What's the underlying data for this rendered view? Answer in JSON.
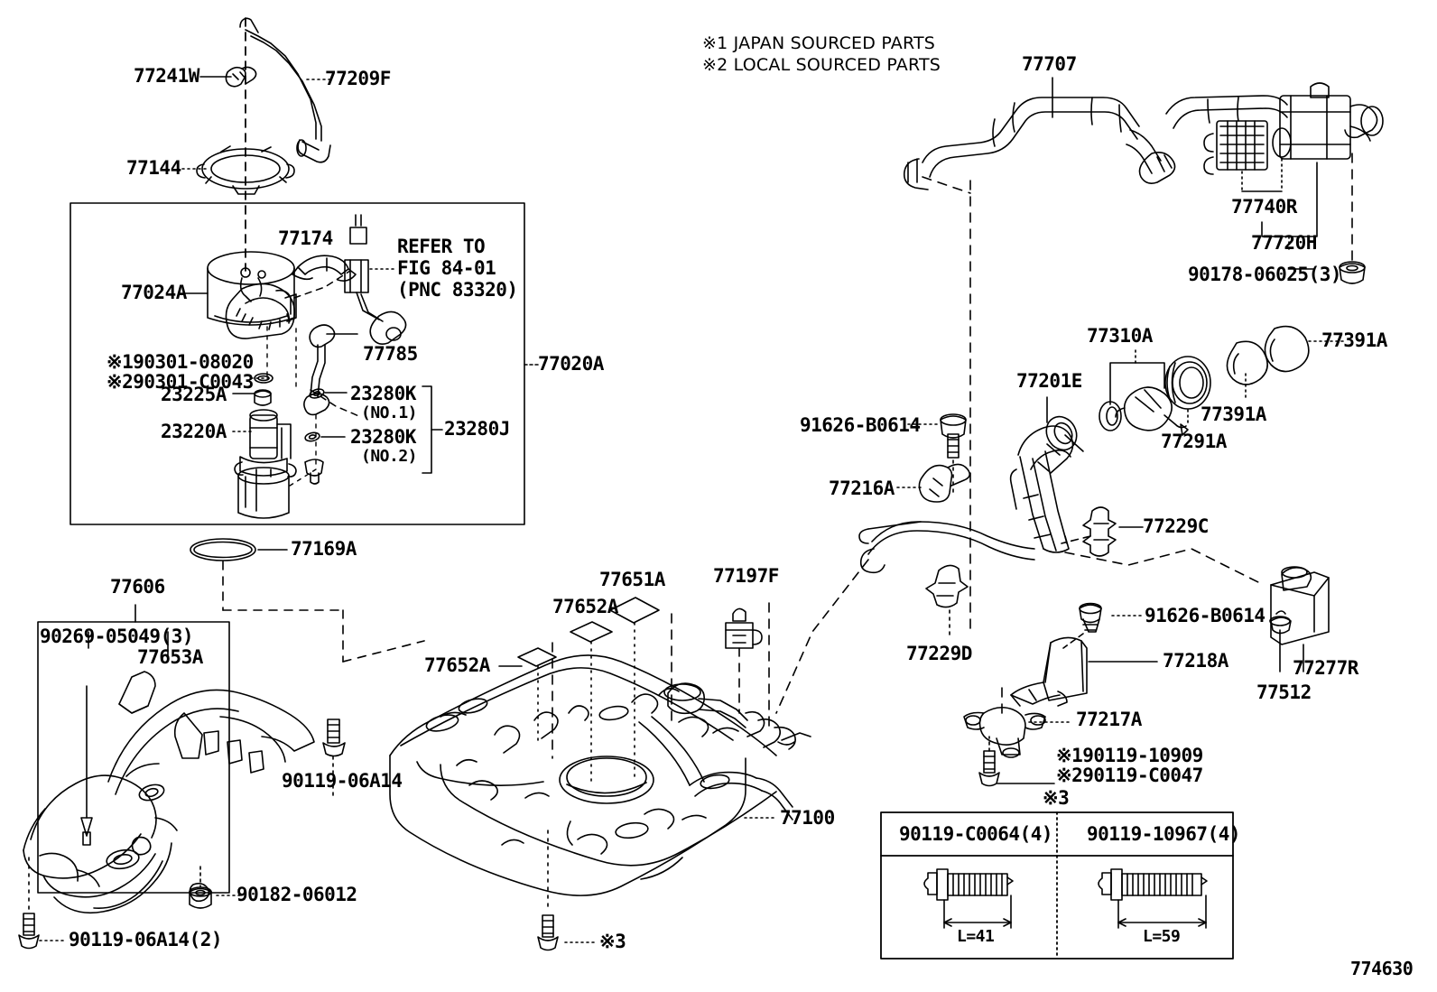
{
  "figure": {
    "number": "774630",
    "notes": [
      "※1 JAPAN SOURCED PARTS",
      "※2 LOCAL SOURCED PARTS"
    ],
    "note3_marker": "※3"
  },
  "labels": {
    "p77241W": "77241W",
    "p77209F": "77209F",
    "p77144": "77144",
    "p77174": "77174",
    "p77024A": "77024A",
    "refer_line1": "REFER TO",
    "refer_line2": "FIG 84-01",
    "refer_line3": "(PNC 83320)",
    "p77785": "77785",
    "p90301_jp": "※190301-08020",
    "p90301_loc": "※290301-C0043",
    "p23225A": "23225A",
    "p23220A": "23220A",
    "p23280K1": "23280K",
    "p23280K1_sub": "(NO.1)",
    "p23280K2": "23280K",
    "p23280K2_sub": "(NO.2)",
    "p23280J": "23280J",
    "p77020A": "77020A",
    "p77169A": "77169A",
    "p77606": "77606",
    "p90269_05049": "90269-05049(3)",
    "p77653A": "77653A",
    "p90119_06A14": "90119-06A14",
    "p90182_06012": "90182-06012",
    "p90119_06A14_2": "90119-06A14(2)",
    "p77652A_left": "77652A",
    "p77652A_mid": "77652A",
    "p77651A": "77651A",
    "p77197F": "77197F",
    "p77100": "77100",
    "note3_tank": "※3",
    "p77707": "77707",
    "p77740R": "77740R",
    "p77720H": "77720H",
    "p90178_06025": "90178-06025(3)",
    "p77310A": "77310A",
    "p77391A_top": "77391A",
    "p77391A_mid": "77391A",
    "p77291A": "77291A",
    "p77201E": "77201E",
    "p91626_B0614_left": "91626-B0614",
    "p77216A": "77216A",
    "p77229C": "77229C",
    "p77229D": "77229D",
    "p91626_B0614_right": "91626-B0614",
    "p77218A": "77218A",
    "p77217A": "77217A",
    "p90119_10909": "※190119-10909",
    "p90119_C0047": "※290119-C0047",
    "p77277R": "77277R",
    "p77512": "77512"
  },
  "bolt_table": {
    "header_marker": "※3",
    "columns": [
      {
        "part": "90119-C0064(4)",
        "length_label": "L=41"
      },
      {
        "part": "90119-10967(4)",
        "length_label": "L=59"
      }
    ]
  },
  "colors": {
    "line": "#000000",
    "background": "#ffffff"
  }
}
